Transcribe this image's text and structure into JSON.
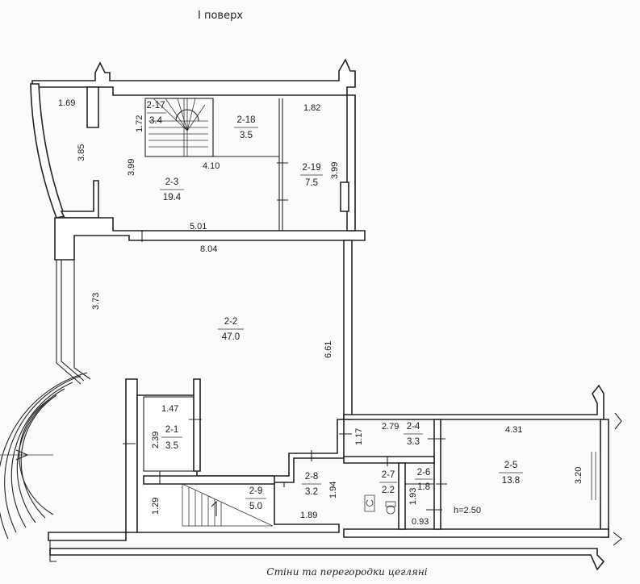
{
  "title": "I поверх",
  "footer_note": "Стіни та перегородки цегляні",
  "height_note": "h=2.50",
  "rooms": {
    "r2_17": {
      "id": "2-17",
      "area": "3.4"
    },
    "r2_18": {
      "id": "2-18",
      "area": "3.5"
    },
    "r2_19": {
      "id": "2-19",
      "area": "7.5"
    },
    "r2_3": {
      "id": "2-3",
      "area": "19.4"
    },
    "r2_2": {
      "id": "2-2",
      "area": "47.0"
    },
    "r2_1": {
      "id": "2-1",
      "area": "3.5"
    },
    "r2_9": {
      "id": "2-9",
      "area": "5.0"
    },
    "r2_8": {
      "id": "2-8",
      "area": "3.2"
    },
    "r2_4": {
      "id": "2-4",
      "area": "3.3"
    },
    "r2_7": {
      "id": "2-7",
      "area": "2.2"
    },
    "r2_6": {
      "id": "2-6",
      "area": "1.8"
    },
    "r2_5": {
      "id": "2-5",
      "area": "13.8"
    }
  },
  "dimensions": {
    "d1_69": "1.69",
    "d3_85": "3.85",
    "d1_72": "1.72",
    "d3_99a": "3.99",
    "d4_10": "4.10",
    "d1_82": "1.82",
    "d3_99b": "3.99",
    "d5_01": "5.01",
    "d8_04": "8.04",
    "d3_73": "3.73",
    "d6_61": "6.61",
    "d1_47": "1.47",
    "d2_39": "2.39",
    "d1_29": "1.29",
    "d1_94": "1.94",
    "d1_89": "1.89",
    "d1_17": "1.17",
    "d2_79": "2.79",
    "d4_31": "4.31",
    "d1_93": "1.93",
    "d0_93": "0.93",
    "d3_20": "3.20"
  }
}
